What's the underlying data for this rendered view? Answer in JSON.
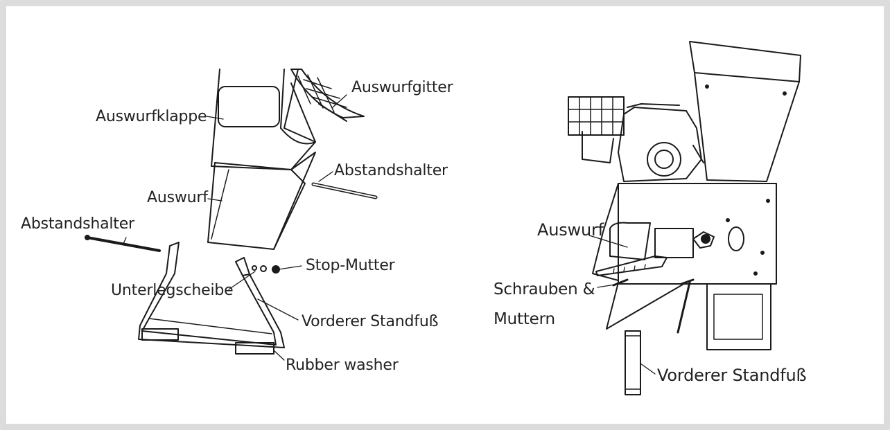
{
  "left_figure": {
    "labels": {
      "auswurfgitter": "Auswurfgitter",
      "auswurfklappe": "Auswurfklappe",
      "abstandshalter_right": "Abstandshalter",
      "auswurf": "Auswurf",
      "abstandshalter_left": "Abstandshalter",
      "stop_mutter": "Stop-Mutter",
      "unterlegscheibe": "Unterlegscheibe",
      "vorderer_standfuss": "Vorderer Standfuß",
      "rubber_washer": "Rubber washer"
    }
  },
  "right_figure": {
    "labels": {
      "auswurf": "Auswurf",
      "schrauben_line1": "Schrauben &",
      "schrauben_line2": "Muttern",
      "vorderer_standfuss": "Vorderer Standfuß"
    }
  },
  "colors": {
    "line": "#1a1a1a",
    "border": "#dcdcdc",
    "background": "#ffffff"
  }
}
